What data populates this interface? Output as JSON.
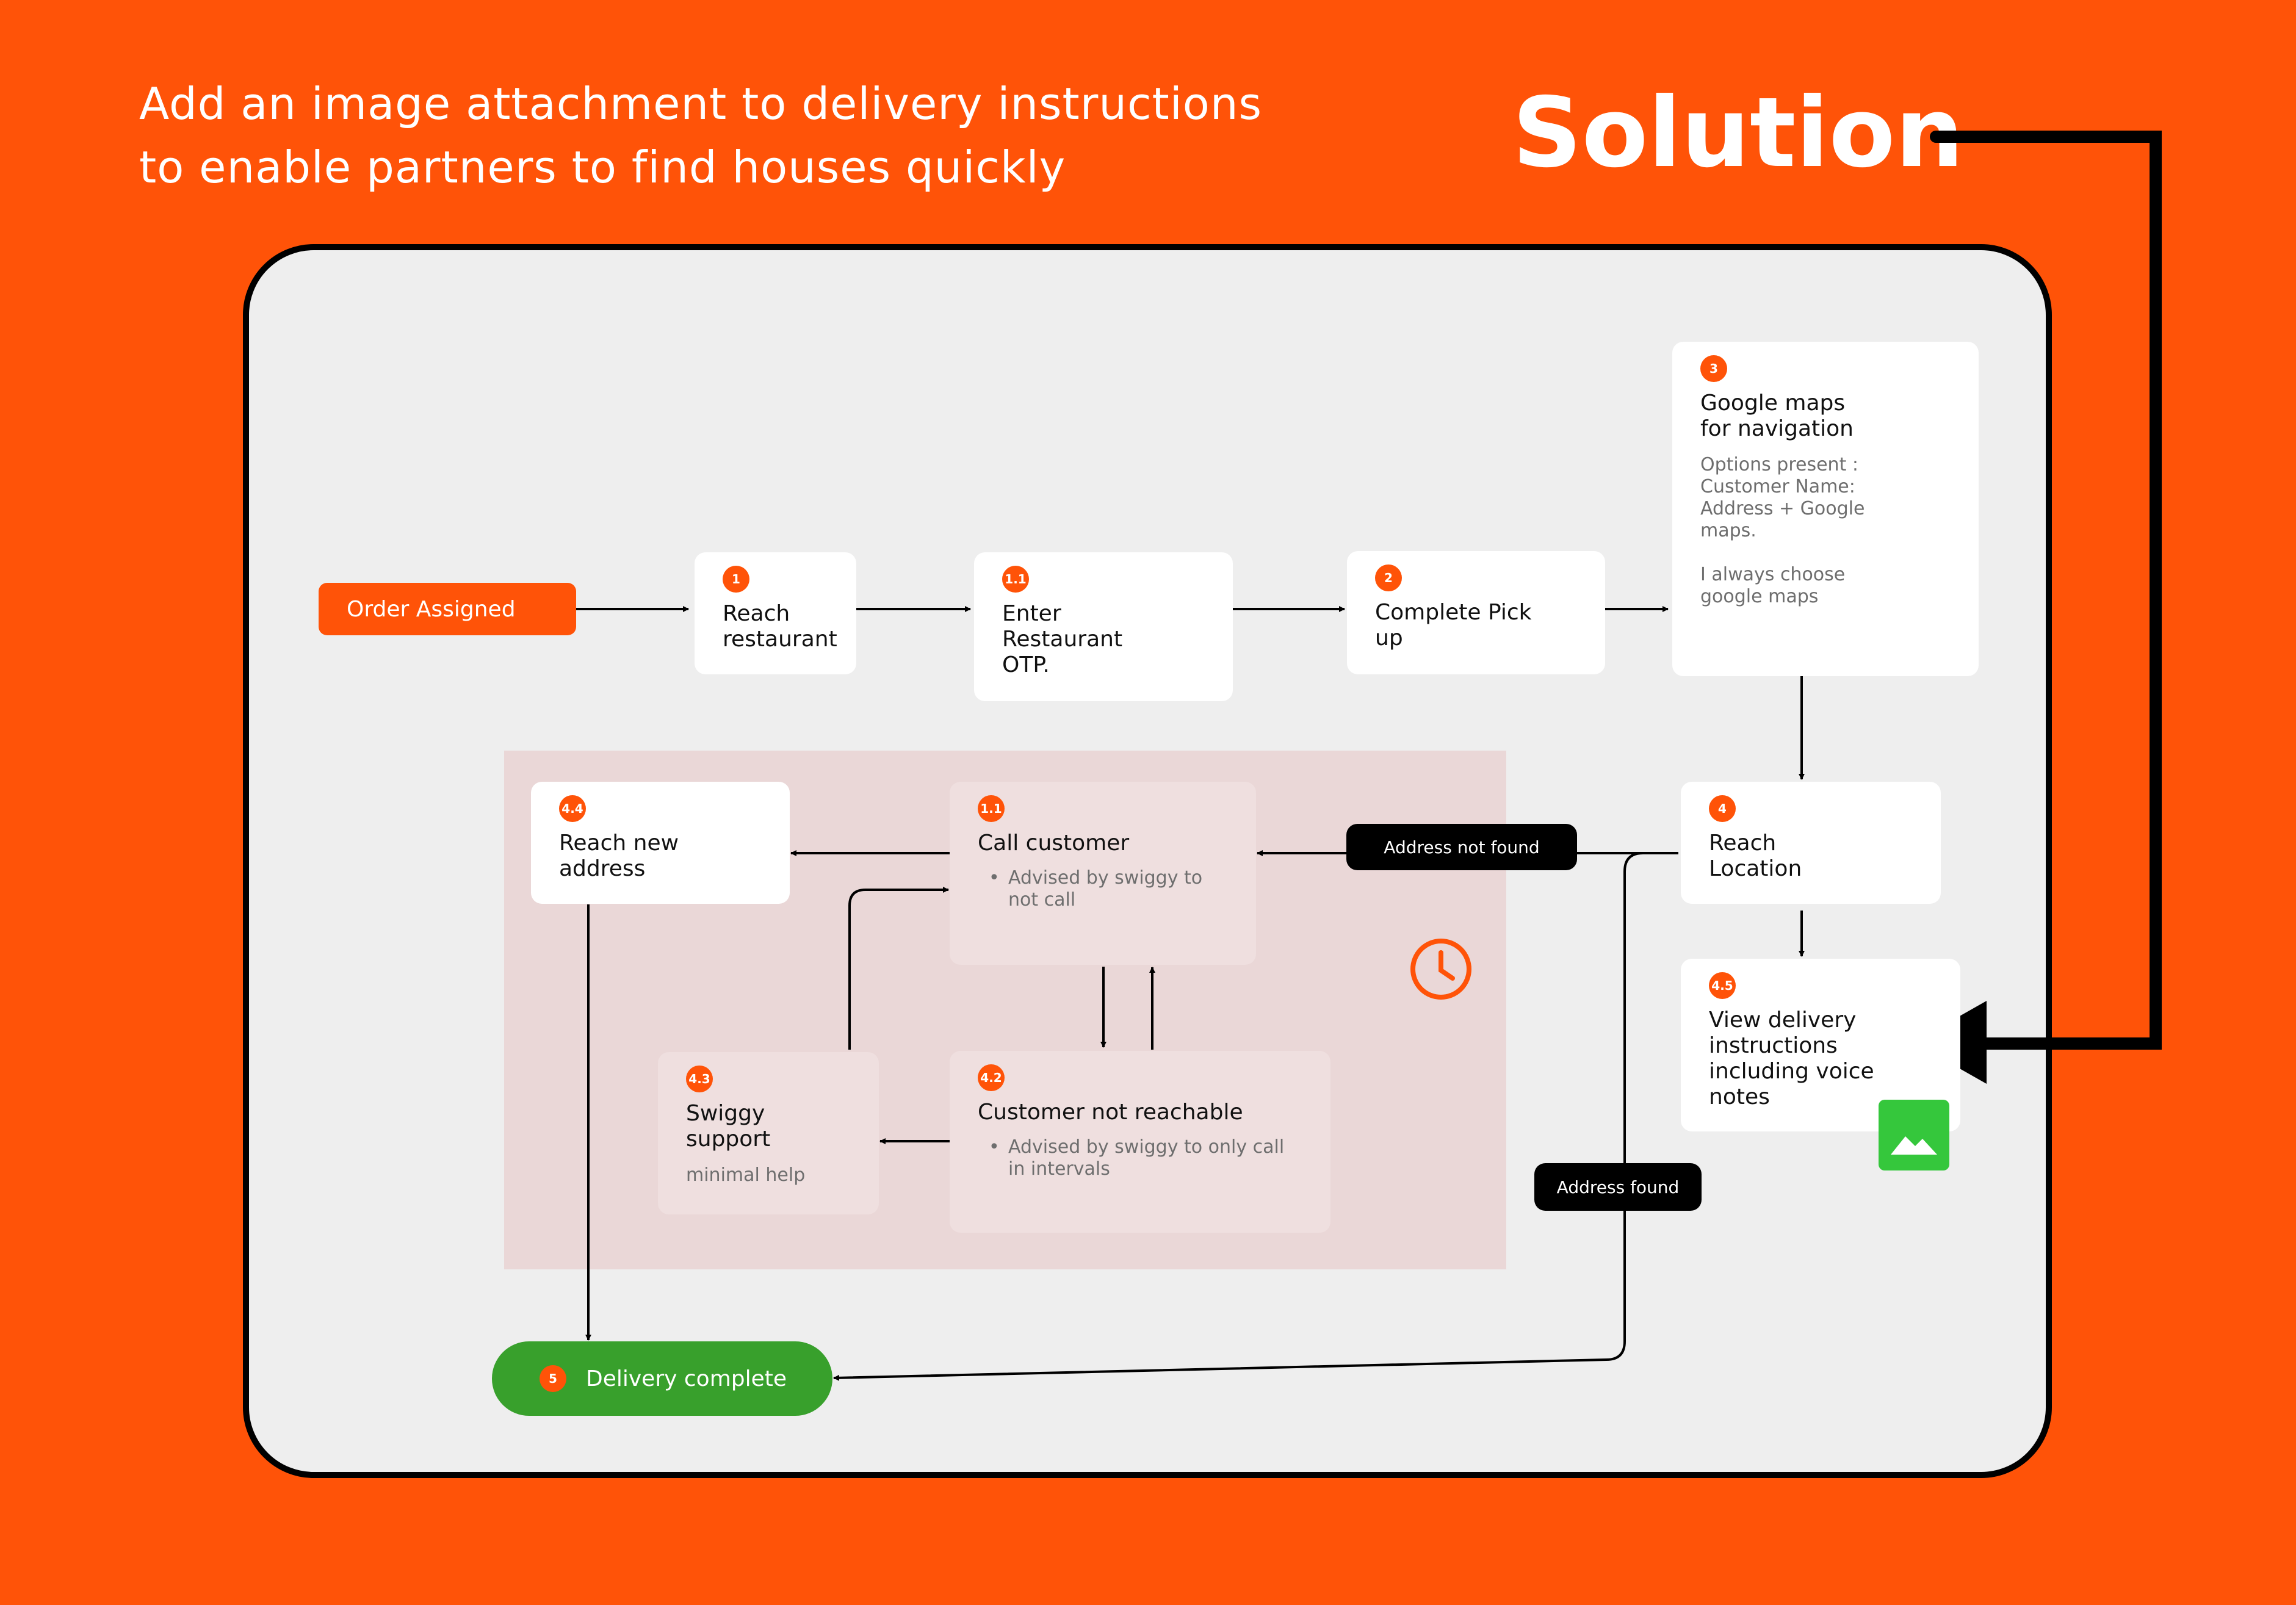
{
  "header": {
    "subtitle_line1": "Add an image attachment to delivery instructions",
    "subtitle_line2": "to enable partners to find houses quickly",
    "title": "Solution"
  },
  "colors": {
    "brand_orange": "#FF5308",
    "canvas": "#EEEEEE",
    "zone": "#EAD7D7",
    "success_green": "#38A02C",
    "image_icon_green": "#35C73C"
  },
  "flow": {
    "start": {
      "label": "Order Assigned"
    },
    "steps": {
      "reach_restaurant": {
        "badge": "1",
        "title": "Reach\nrestaurant"
      },
      "enter_otp": {
        "badge": "1.1",
        "title": "Enter\nRestaurant\nOTP."
      },
      "complete_pickup": {
        "badge": "2",
        "title": "Complete Pick\nup"
      },
      "google_maps": {
        "badge": "3",
        "title": "Google maps\nfor navigation",
        "desc": "Options present :\nCustomer Name:\nAddress + Google\nmaps.\n\nI always choose\ngoogle maps"
      },
      "reach_location": {
        "badge": "4",
        "title": "Reach\nLocation"
      },
      "view_instructions": {
        "badge": "4.5",
        "title": "View delivery\ninstructions\nincluding voice\nnotes"
      },
      "call_customer": {
        "badge": "1.1",
        "title": "Call customer",
        "bullet": "Advised by swiggy to\nnot call"
      },
      "reach_new_address": {
        "badge": "4.4",
        "title": "Reach new\naddress"
      },
      "customer_not_reachable": {
        "badge": "4.2",
        "title": "Customer not reachable",
        "bullet": "Advised by swiggy to only call\nin intervals"
      },
      "swiggy_support": {
        "badge": "4.3",
        "title": "Swiggy support",
        "desc": "minimal help"
      }
    },
    "end": {
      "badge": "5",
      "label": "Delivery complete"
    },
    "edge_labels": {
      "address_not_found": "Address not found",
      "address_found": "Address found"
    }
  },
  "icons": {
    "clock": "clock-icon",
    "image": "image-icon"
  }
}
